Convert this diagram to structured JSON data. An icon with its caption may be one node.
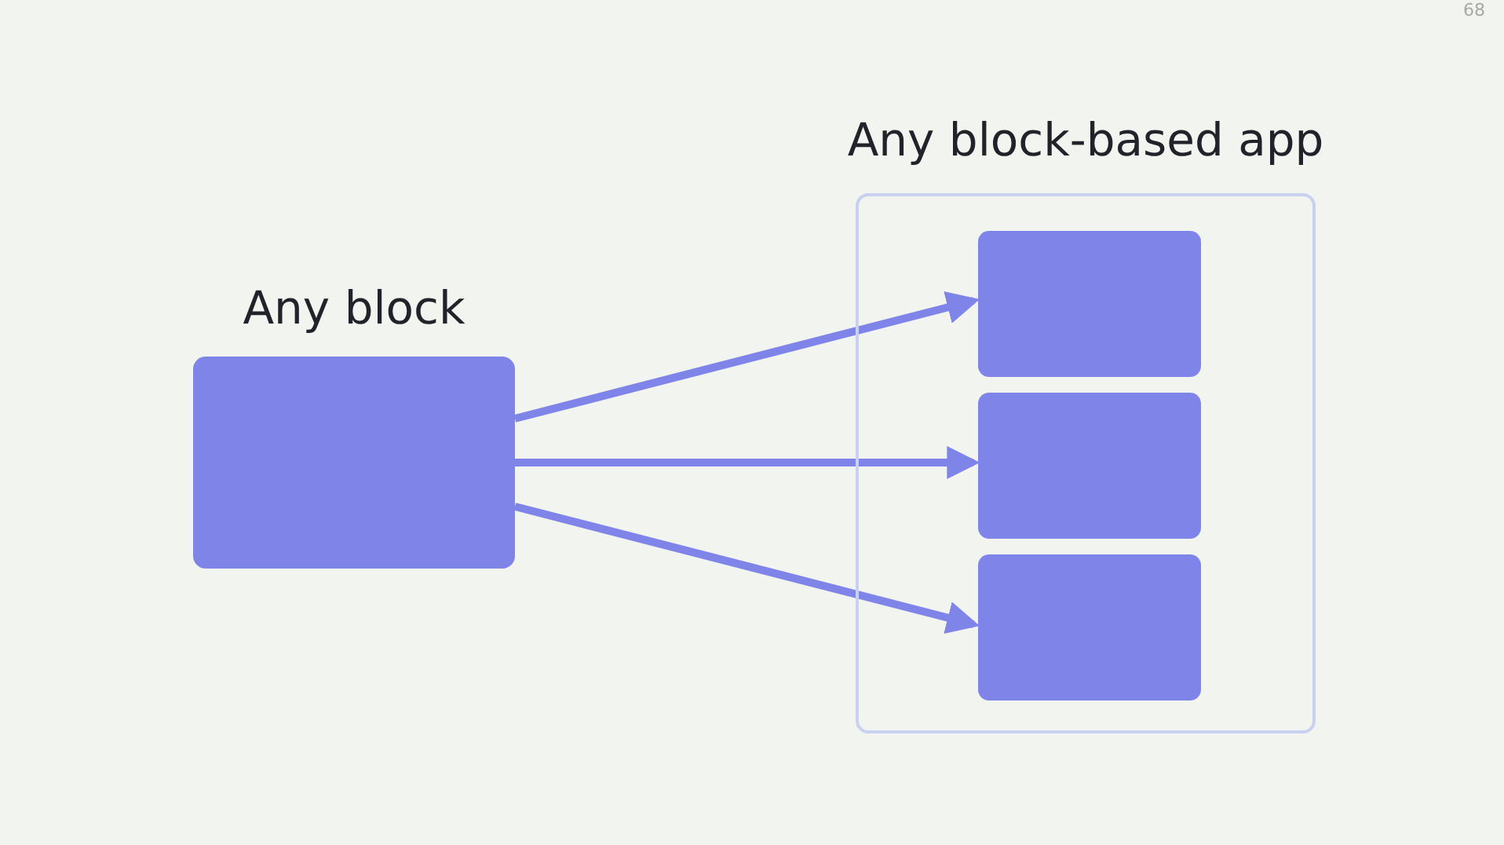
{
  "diagram": {
    "nodes": [
      {
        "text": [
          "Any block"
        ]
      },
      {
        "text": [
          "Any block-based app"
        ]
      },
      {
        "text": [],
        "shape": "box",
        "in": 1
      },
      {
        "text": [],
        "shape": "box",
        "in": 1
      },
      {
        "text": [],
        "shape": "box",
        "in": 1
      }
    ],
    "edges": [
      {
        "from": 0,
        "to": 2,
        "arrow": "to"
      },
      {
        "from": 0,
        "to": 3,
        "arrow": "to"
      },
      {
        "from": 0,
        "to": 4,
        "arrow": "to"
      }
    ],
    "labels": [
      "68"
    ]
  }
}
